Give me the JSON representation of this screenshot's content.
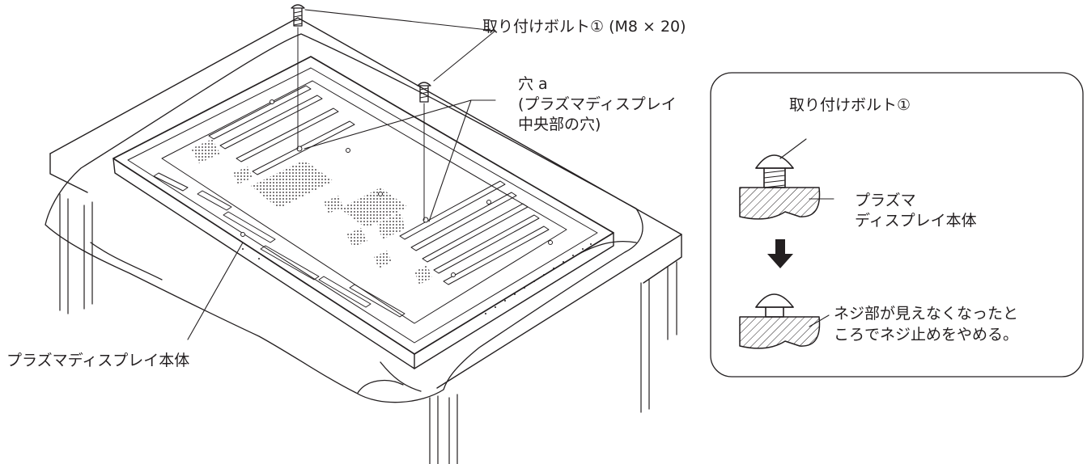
{
  "labels": {
    "bolt": "取り付けボルト① (M8 × 20)",
    "hole": "穴 a\n(プラズマディスプレイ\n中央部の穴)",
    "display_body": "プラズマディスプレイ本体"
  },
  "inset": {
    "title": "取り付けボルト①",
    "plasma_body": "プラズマ\nディスプレイ本体",
    "instruction": "ネジ部が見えなくなったと\nころでネジ止めをやめる。"
  },
  "colors": {
    "line": "#231f20",
    "background": "#ffffff"
  }
}
